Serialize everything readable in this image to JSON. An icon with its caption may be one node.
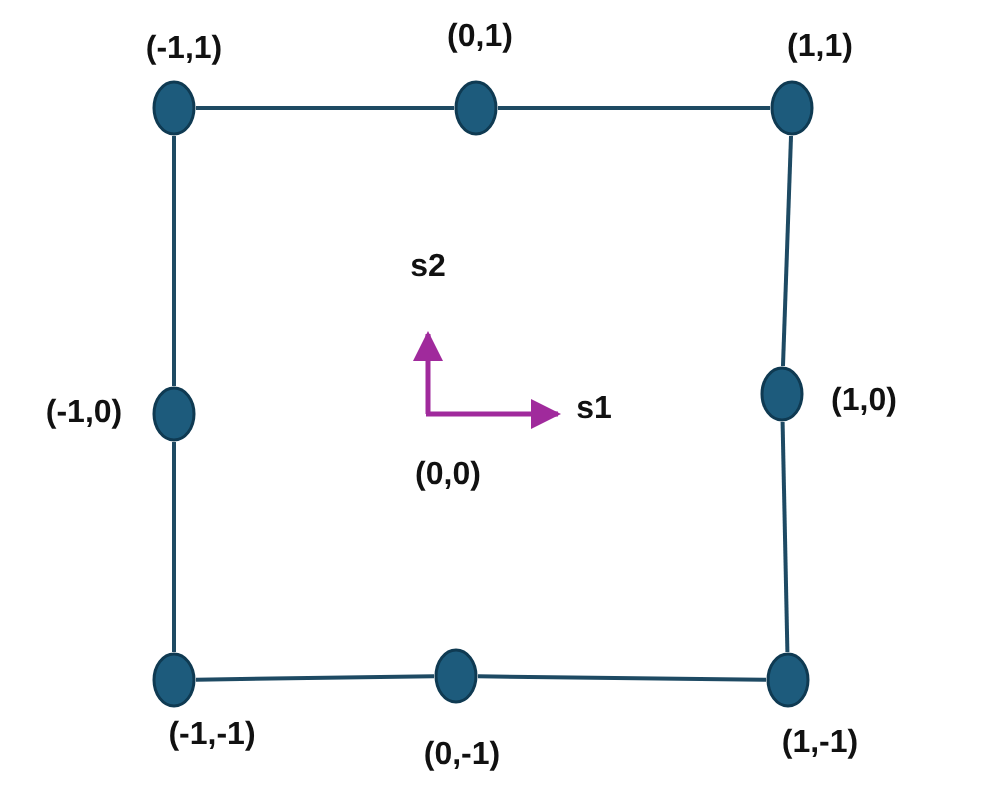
{
  "diagram": {
    "nodes": [
      {
        "text": [],
        "shape": "circle",
        "beside": [
          "(-1,1)"
        ]
      },
      {
        "text": [],
        "shape": "circle",
        "beside": [
          "(0,1)"
        ]
      },
      {
        "text": [],
        "shape": "circle",
        "beside": [
          "(1,1)"
        ]
      },
      {
        "text": [],
        "shape": "circle",
        "beside": [
          "(-1,0)"
        ]
      },
      {
        "text": [],
        "shape": "circle",
        "beside": [
          "(1,0)"
        ]
      },
      {
        "text": [],
        "shape": "circle",
        "beside": [
          "(-1,-1)"
        ]
      },
      {
        "text": [],
        "shape": "circle",
        "beside": [
          "(0,-1)"
        ]
      },
      {
        "text": [],
        "shape": "circle",
        "beside": [
          "(1,-1)"
        ]
      }
    ],
    "edges": [
      {
        "from": 0,
        "to": 1,
        "arrow": "none"
      },
      {
        "from": 1,
        "to": 2,
        "arrow": "none"
      },
      {
        "from": 2,
        "to": 4,
        "arrow": "none"
      },
      {
        "from": 4,
        "to": 7,
        "arrow": "none"
      },
      {
        "from": 7,
        "to": 6,
        "arrow": "none"
      },
      {
        "from": 6,
        "to": 5,
        "arrow": "none"
      },
      {
        "from": 5,
        "to": 3,
        "arrow": "none"
      },
      {
        "from": 3,
        "to": 0,
        "arrow": "none"
      }
    ],
    "labels": [
      "s2",
      "s1",
      "(0,0)"
    ]
  }
}
